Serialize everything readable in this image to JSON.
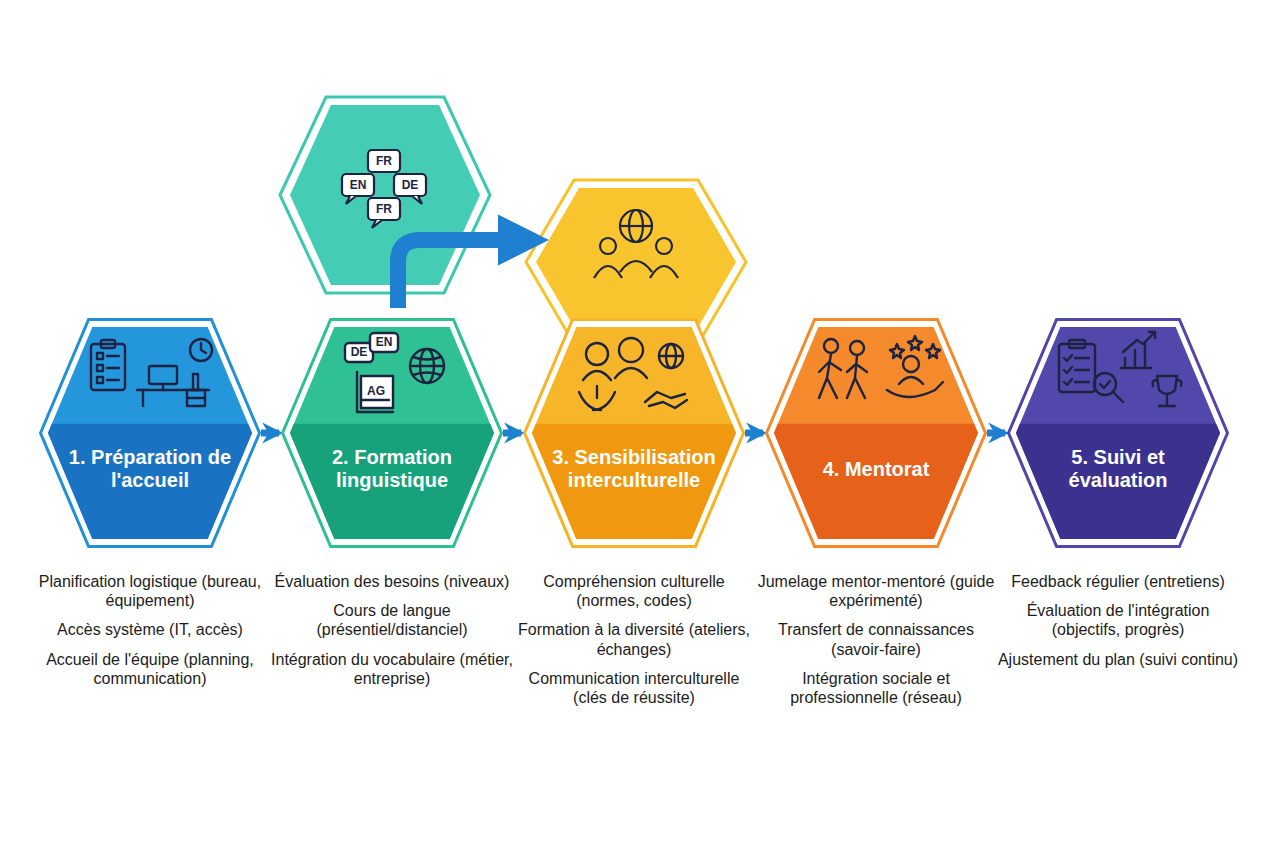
{
  "diagram": {
    "nodes": [
      {
        "text": [
          "1. Préparation de l'accueil",
          "Planification logistique (bureau, équipement)",
          "Accès système (IT, accès)",
          "Accueil de l'équipe (planning, communication)"
        ]
      },
      {
        "text": [
          "2. Formation linguistique",
          "Évaluation des besoins (niveaux)",
          "Cours de langue (présentiel/distanciel)",
          "Intégration du vocabulaire (métier, entreprise)"
        ]
      },
      {
        "text": [
          "3. Sensibilisation interculturelle",
          "Compréhension culturelle (normes, codes)",
          "Formation à la diversité (ateliers, échanges)",
          "Communication interculturelle (clés de réussite)"
        ]
      },
      {
        "text": [
          "4. Mentorat",
          "Jumelage mentor-mentoré (guide expérimenté)",
          "Transfert de connaissances (savoir-faire)",
          "Intégration sociale et professionnelle (réseau)"
        ]
      },
      {
        "text": [
          "5. Suivi et évaluation",
          "Feedback régulier (entretiens)",
          "Évaluation de l'intégration (objectifs, progrès)",
          "Ajustement du plan (suivi continu)"
        ]
      }
    ],
    "edges": [
      {
        "from": 0,
        "to": 1,
        "arrow": "to"
      },
      {
        "from": 1,
        "to": 2,
        "arrow": "to"
      },
      {
        "from": 2,
        "to": 3,
        "arrow": "to"
      },
      {
        "from": 3,
        "to": 4,
        "arrow": "to"
      }
    ],
    "labels": [
      "FR",
      "EN",
      "DE",
      "FR",
      "DE",
      "EN",
      "AG"
    ]
  }
}
